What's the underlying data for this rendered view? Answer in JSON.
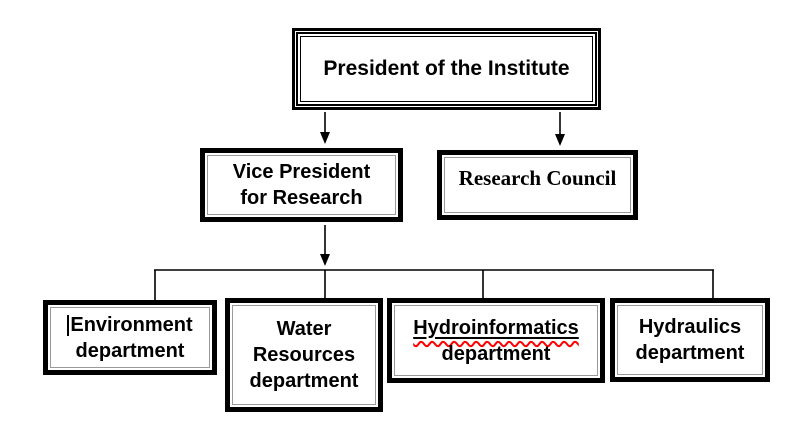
{
  "diagram": {
    "type": "org-chart",
    "background": "#ffffff",
    "colors": {
      "box_border": "#000000",
      "inner_frame": "#9a9a9a",
      "connector": "#000000",
      "spellcheck_underline": "#ff0000",
      "text": "#000000"
    },
    "nodes": {
      "president": {
        "label": "President of the Institute"
      },
      "vice_president": {
        "lines": [
          "Vice President",
          "for Research"
        ]
      },
      "research_council": {
        "label": "Research Council"
      },
      "environment": {
        "lines": [
          "Environment",
          "department"
        ]
      },
      "water_resources": {
        "lines": [
          "Water",
          "Resources",
          "department"
        ]
      },
      "hydroinformatics": {
        "lines": [
          "Hydroinformatics",
          "department"
        ]
      },
      "hydraulics": {
        "lines": [
          "Hydraulics",
          "department"
        ]
      }
    },
    "edges": [
      {
        "from": "president",
        "to": "vice_president",
        "style": "arrow"
      },
      {
        "from": "president",
        "to": "research_council",
        "style": "arrow"
      },
      {
        "from": "vice_president",
        "to": "departments-bus",
        "style": "arrow"
      },
      {
        "from": "departments-bus",
        "to": "environment",
        "style": "line"
      },
      {
        "from": "departments-bus",
        "to": "water_resources",
        "style": "line"
      },
      {
        "from": "departments-bus",
        "to": "hydroinformatics",
        "style": "line"
      },
      {
        "from": "departments-bus",
        "to": "hydraulics",
        "style": "line"
      }
    ]
  }
}
